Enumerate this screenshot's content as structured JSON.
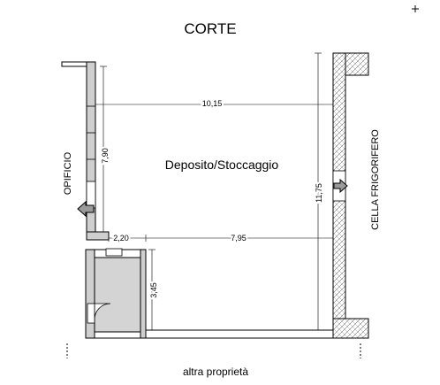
{
  "labels": {
    "top": "CORTE",
    "bottom": "altra proprietà",
    "left_side": "OPIFICIO",
    "right_side": "CELLA FRIGORIFERO",
    "room": "Deposito/Stoccaggio"
  },
  "dimensions": {
    "top_width": "10,15",
    "left_height": "7,90",
    "right_height": "11,75",
    "annex_width": "2,20",
    "main_width": "7,95",
    "annex_height": "3,45"
  }
}
